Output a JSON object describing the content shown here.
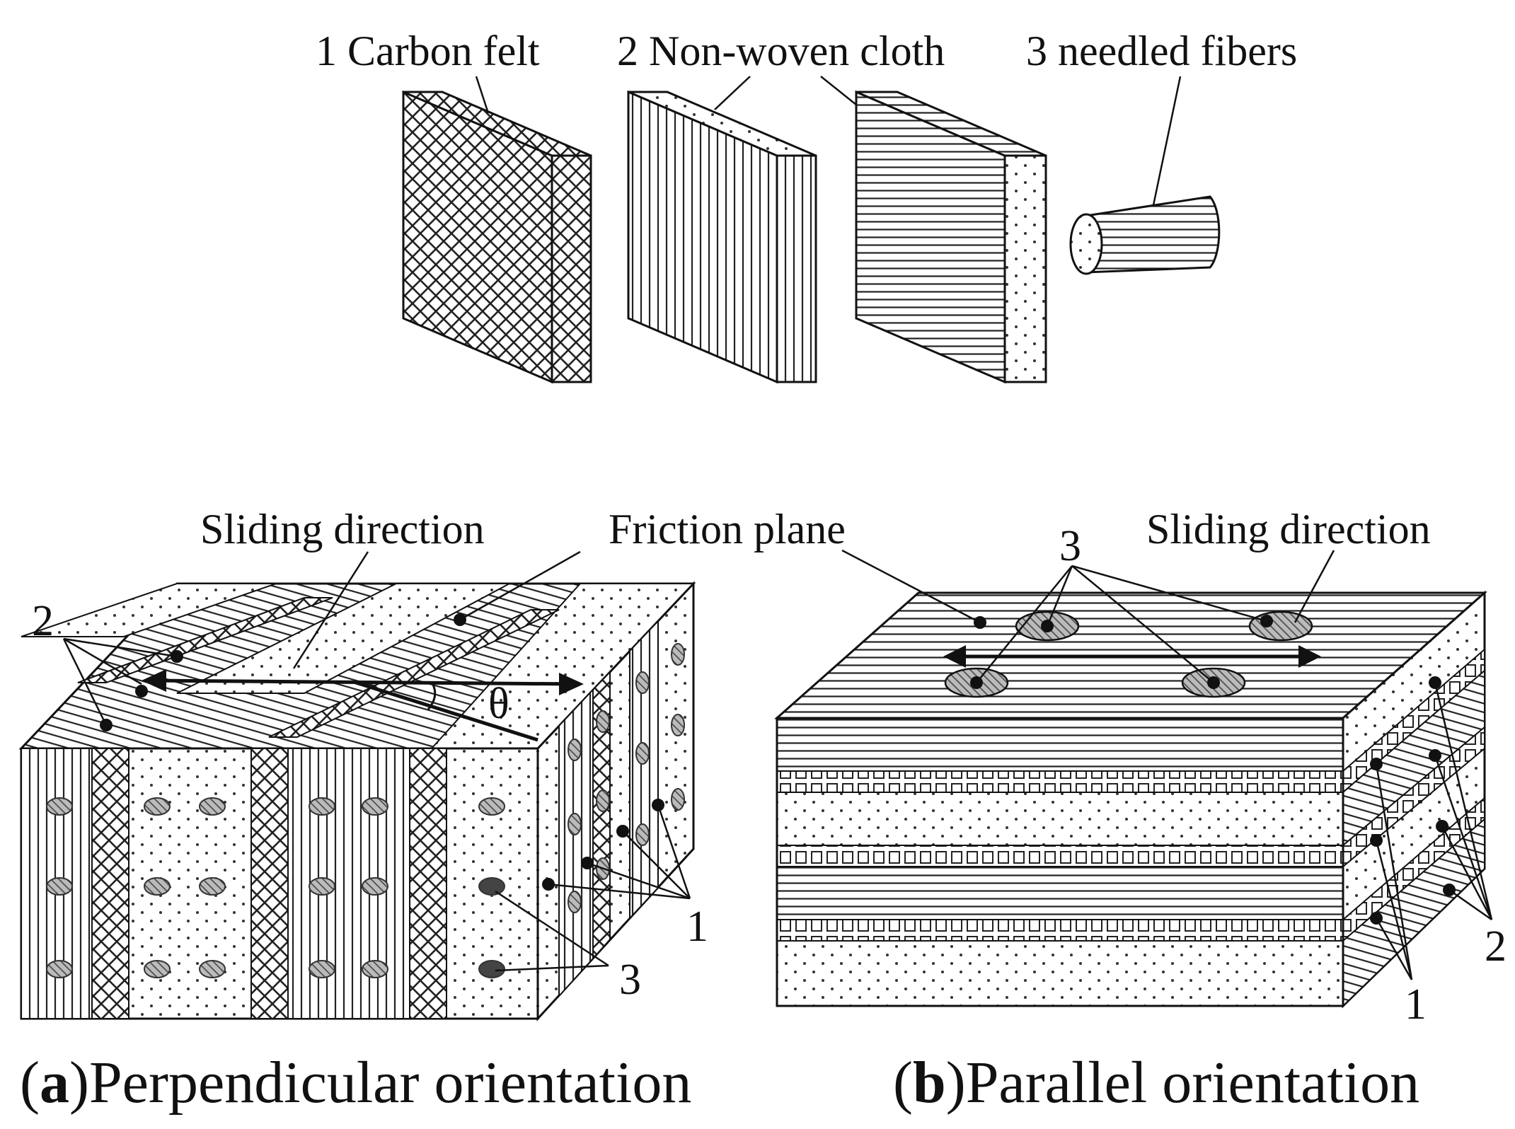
{
  "figure": {
    "top_labels": {
      "carbon_felt": "1 Carbon felt",
      "non_woven_cloth": "2 Non-woven cloth",
      "needled_fibers": "3 needled fibers"
    },
    "panel_a": {
      "sliding_direction": "Sliding direction",
      "friction_plane": "Friction plane",
      "theta": "θ",
      "num_2": "2",
      "num_1": "1",
      "num_3": "3",
      "caption_letter": "a",
      "caption_text": "Perpendicular orientation",
      "open_paren": "(",
      "close_paren": ")"
    },
    "panel_b": {
      "sliding_direction": "Sliding direction",
      "num_3": "3",
      "num_1": "1",
      "num_2": "2",
      "caption_letter": "b",
      "caption_text": "Parallel orientation",
      "open_paren": "(",
      "close_paren": ")"
    }
  }
}
